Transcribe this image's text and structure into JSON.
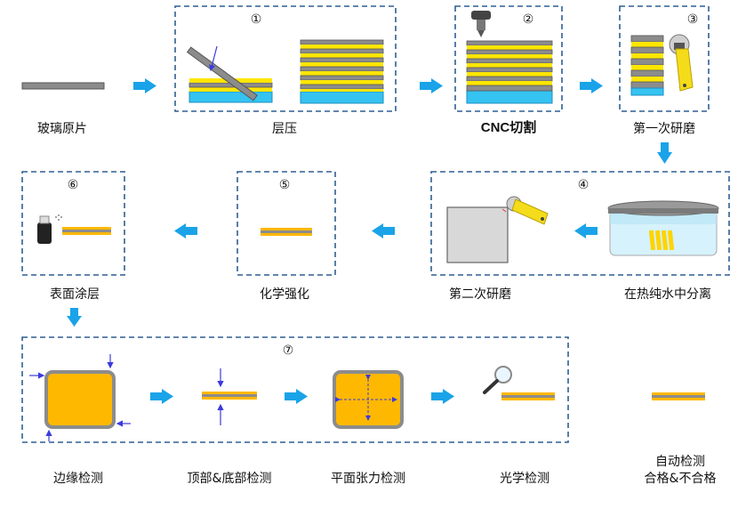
{
  "colors": {
    "glass": "#8c8c8c",
    "glass_border": "#555555",
    "yellow_layer": "#ffe600",
    "blue_base": "#35c3f1",
    "arrow": "#1aa3e8",
    "frame": "#2f5f93",
    "panel_orange": "#ffb800",
    "pointer_arrow": "#3b3bdc"
  },
  "steps": {
    "raw_glass": {
      "label": "玻璃原片"
    },
    "lamination": {
      "number": "①",
      "label": "层压"
    },
    "cnc": {
      "number": "②",
      "label": "CNC切割"
    },
    "grind1": {
      "number": "③",
      "label": "第一次研磨"
    },
    "separation": {
      "number": "④",
      "label": "在热纯水中分离"
    },
    "grind2": {
      "label": "第二次研磨"
    },
    "strengthen": {
      "number": "⑤",
      "label": "化学强化"
    },
    "coating": {
      "number": "⑥",
      "label": "表面涂层"
    },
    "inspection": {
      "number": "⑦",
      "edge": "边缘检测",
      "top_bottom": "顶部&底部检测",
      "flatness": "平面张力检测",
      "optical": "光学检测"
    },
    "result": {
      "line1": "自动检测",
      "line2": "合格&不合格"
    }
  },
  "icons": [
    "cnc-spindle-icon",
    "grinder-icon",
    "water-tank-icon",
    "spray-can-icon",
    "magnifier-icon"
  ]
}
